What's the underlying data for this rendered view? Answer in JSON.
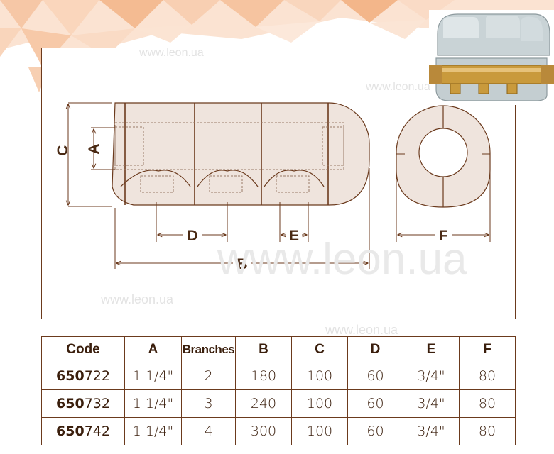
{
  "watermark": {
    "large": "www.leon.ua",
    "small": "www.leon.ua"
  },
  "dimensions": {
    "a": "A",
    "b": "B",
    "c": "C",
    "d": "D",
    "e": "E",
    "f": "F"
  },
  "table": {
    "headers": [
      "Code",
      "A",
      "Branches",
      "B",
      "C",
      "D",
      "E",
      "F"
    ],
    "rows": [
      {
        "code_bold": "650",
        "code_rest": "722",
        "a": "1 1/4\"",
        "branches": "2",
        "b": "180",
        "c": "100",
        "d": "60",
        "e": "3/4\"",
        "f": "80"
      },
      {
        "code_bold": "650",
        "code_rest": "732",
        "a": "1 1/4\"",
        "branches": "3",
        "b": "240",
        "c": "100",
        "d": "60",
        "e": "3/4\"",
        "f": "80"
      },
      {
        "code_bold": "650",
        "code_rest": "742",
        "a": "1 1/4\"",
        "branches": "4",
        "b": "300",
        "c": "100",
        "d": "60",
        "e": "3/4\"",
        "f": "80"
      }
    ]
  },
  "colors": {
    "line": "#6b3a1d",
    "shell": "#efe4dd",
    "banner_light": "#fbe2d0",
    "banner_dark": "#f2b07e",
    "brass": "#c99a3c"
  }
}
